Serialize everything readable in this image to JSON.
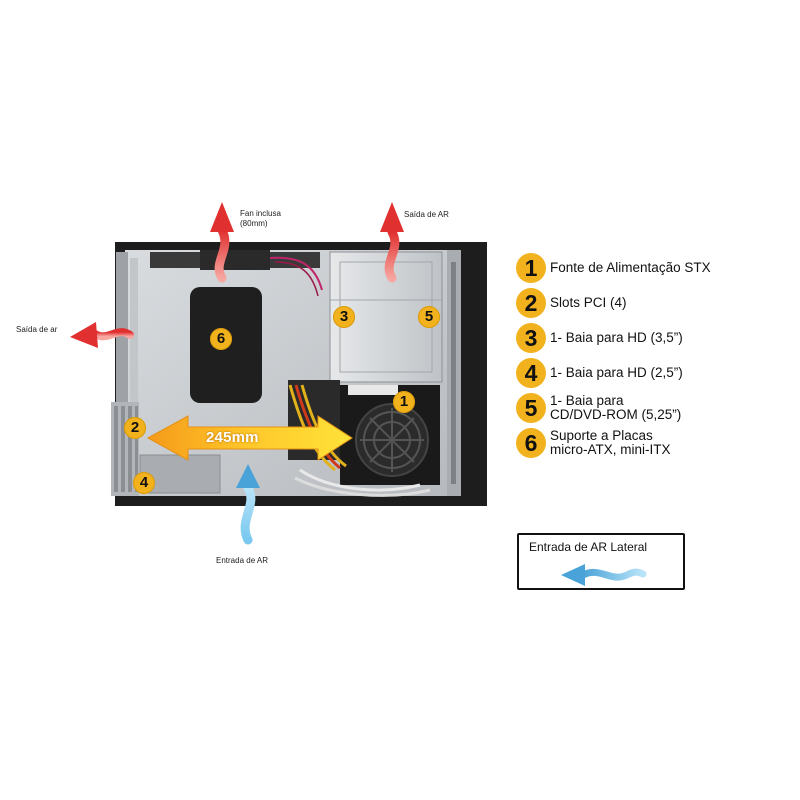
{
  "airflow": {
    "fan_label_line1": "Fan inclusa",
    "fan_label_line2": "(80mm)",
    "exhaust_top_label": "Saída de AR",
    "exhaust_side_label": "Saída de ar",
    "intake_bottom_label": "Entrada de AR"
  },
  "diagram": {
    "dimension_label": "245mm",
    "badges": [
      "6",
      "3",
      "5",
      "1",
      "2",
      "4"
    ]
  },
  "legend": {
    "items": [
      {
        "number": "1",
        "line1": "Fonte de Alimentação STX",
        "line2": ""
      },
      {
        "number": "2",
        "line1": "Slots PCI (4)",
        "line2": ""
      },
      {
        "number": "3",
        "line1": "1- Baia para HD (3,5”)",
        "line2": ""
      },
      {
        "number": "4",
        "line1": "1- Baia para HD (2,5”)",
        "line2": ""
      },
      {
        "number": "5",
        "line1": "1- Baia para",
        "line2": "CD/DVD-ROM (5,25”)"
      },
      {
        "number": "6",
        "line1": "Suporte a Placas",
        "line2": "micro-ATX, mini-ITX"
      }
    ]
  },
  "side_intake": {
    "title": "Entrada de AR Lateral",
    "icon": "blue-airflow-arrow-left-icon"
  },
  "colors": {
    "badge": "#f2b21d",
    "exhaust_arrow": "#e63a3a",
    "intake_arrow": "#4aa3d8",
    "dimension_arrow": "#f4a21a",
    "case_frame": "#1d1d1d",
    "case_interior": "#c9ccd0"
  }
}
